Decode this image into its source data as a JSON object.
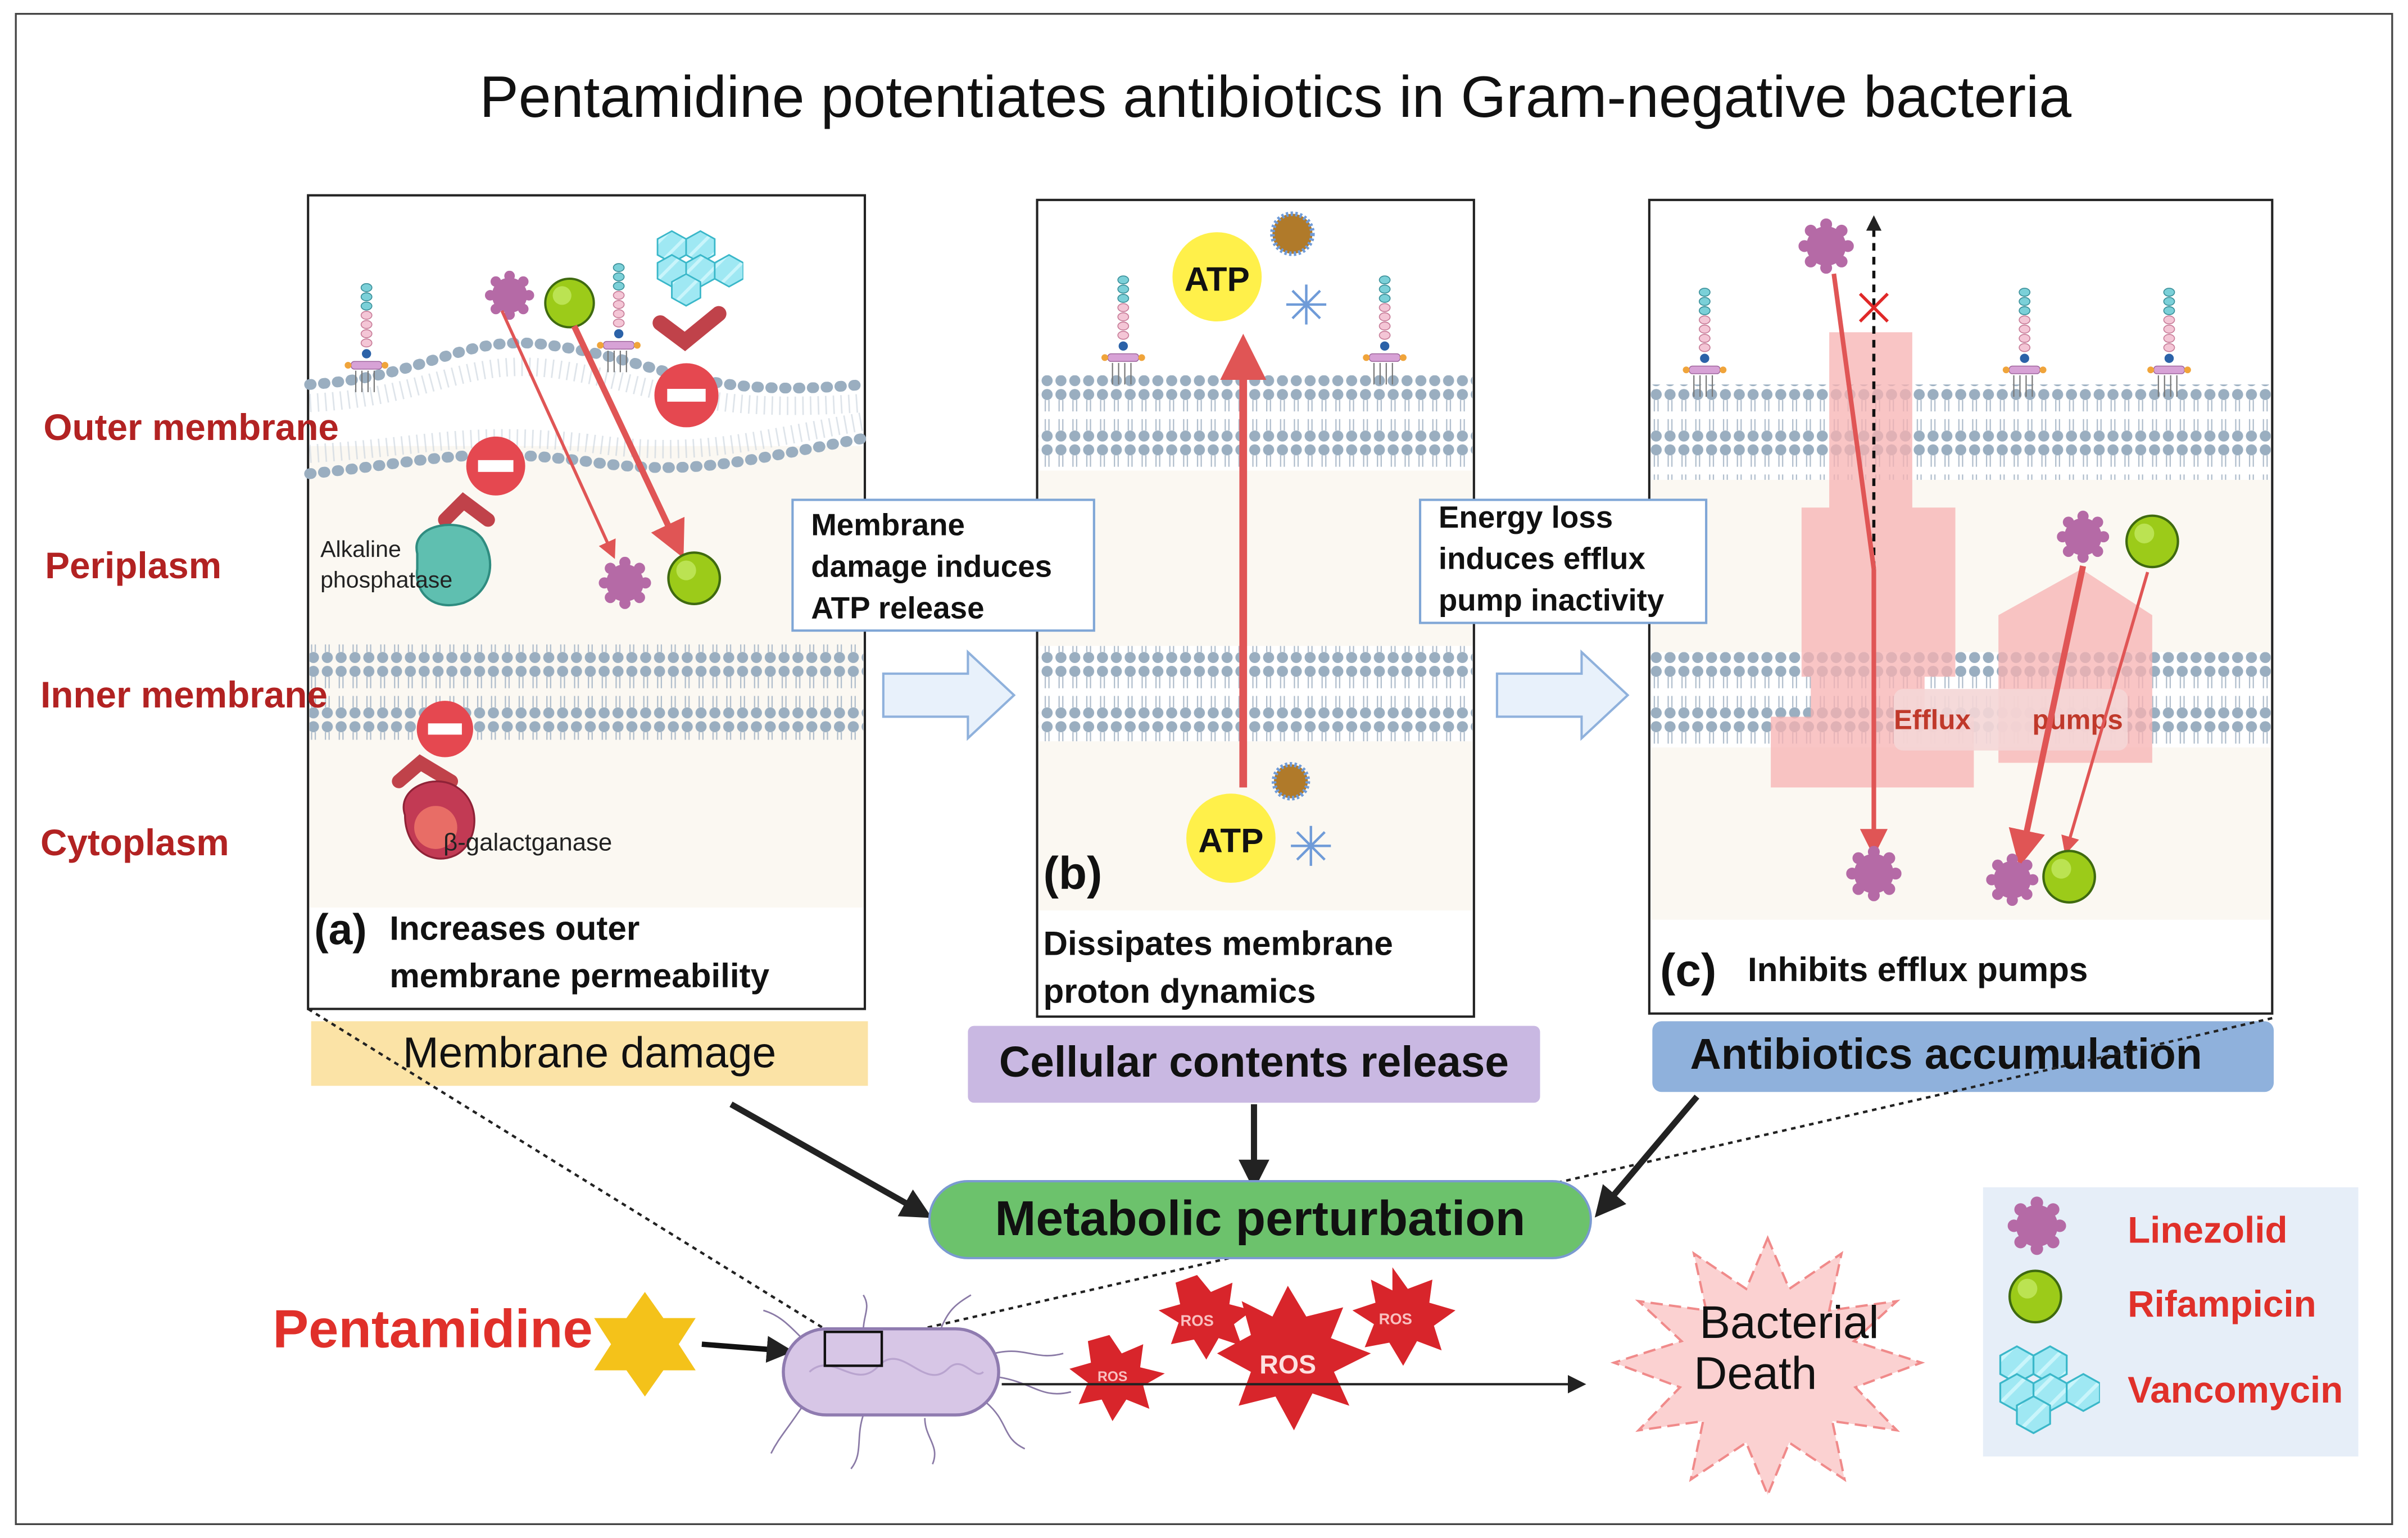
{
  "title": "Pentamidine potentiates antibiotics in Gram-negative bacteria",
  "side_labels": {
    "outer_membrane": "Outer membrane",
    "periplasm": "Periplasm",
    "inner_membrane": "Inner membrane",
    "cytoplasm": "Cytoplasm"
  },
  "panel_a": {
    "letter": "(a)",
    "caption_line1": "Increases outer",
    "caption_line2": "membrane permeability",
    "enzyme1_line1": "Alkaline",
    "enzyme1_line2": "phosphatase",
    "enzyme2": "β-galactganase",
    "category": "Membrane damage"
  },
  "panel_b": {
    "letter": "(b)",
    "caption_line1": "Dissipates membrane",
    "caption_line2": "proton dynamics",
    "atp_top": "ATP",
    "atp_bottom": "ATP",
    "category": "Cellular contents release"
  },
  "panel_c": {
    "letter": "(c)",
    "caption": "Inhibits efflux pumps",
    "efflux_label": "Efflux",
    "pumps_label": "pumps",
    "category": "Antibiotics accumulation"
  },
  "transition_ab": [
    "Membrane",
    "damage induces",
    "ATP release"
  ],
  "transition_bc": [
    "Energy loss",
    "induces efflux",
    "pump inactivity"
  ],
  "metabolic": "Metabolic perturbation",
  "pentamidine": "Pentamidine",
  "ros_small": "ROS",
  "ros_big": "ROS",
  "death_line1": "Bacterial",
  "death_line2": "Death",
  "legend": {
    "linezolid": "Linezolid",
    "rifampicin": "Rifampicin",
    "vancomycin": "Vancomycin"
  },
  "colors": {
    "label_red": "#b22222",
    "pentamidine_red": "#e0302a",
    "arrow_red": "#e05555",
    "membrane_damage_bg": "#fbe3a6",
    "contents_release_bg": "#c9b8e2",
    "accumulation_bg": "#8fb1dc",
    "metabolic_bg": "#6cc26c",
    "linezolid": "#b56aa6",
    "rifampicin": "#9ccb19",
    "vancomycin": "#8fe3f0",
    "atp": "#fff04a",
    "ros": "#d8252b",
    "legend_bg": "#e6eef8"
  },
  "icons": [
    "linezolid-icon",
    "rifampicin-icon",
    "vancomycin-icon",
    "inhibit-icon",
    "pentamidine-star-icon",
    "ros-burst-icon",
    "bacterium-icon",
    "atp-icon"
  ]
}
